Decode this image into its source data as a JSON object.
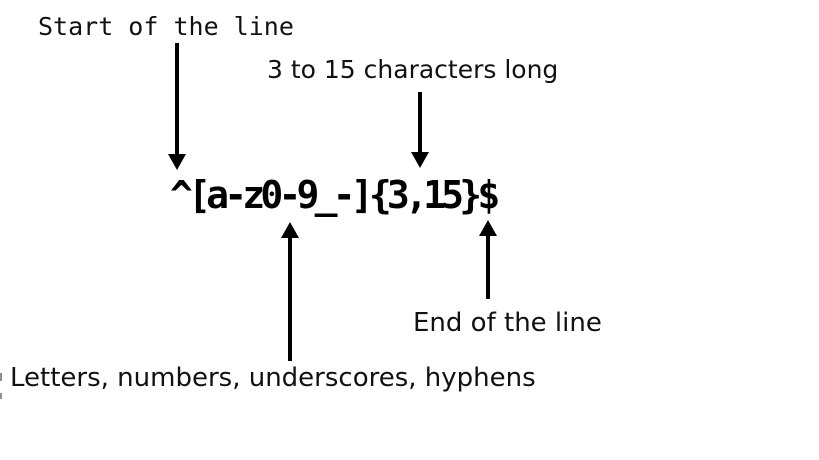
{
  "regex": {
    "pattern": "^[a-z0-9_-]{3,15}$"
  },
  "annotations": {
    "start_anchor": {
      "label": "Start of the line",
      "target": "^"
    },
    "quantifier": {
      "label": "3 to 15 characters long",
      "target": "{3,15}"
    },
    "char_class": {
      "label": "Letters, numbers, underscores, hyphens",
      "target": "[a-z0-9_-]"
    },
    "end_anchor": {
      "label": "End of the line",
      "target": "$"
    }
  },
  "colors": {
    "background": "#ffffff",
    "text": "#111111",
    "regex_text": "#000000",
    "arrow": "#000000"
  }
}
